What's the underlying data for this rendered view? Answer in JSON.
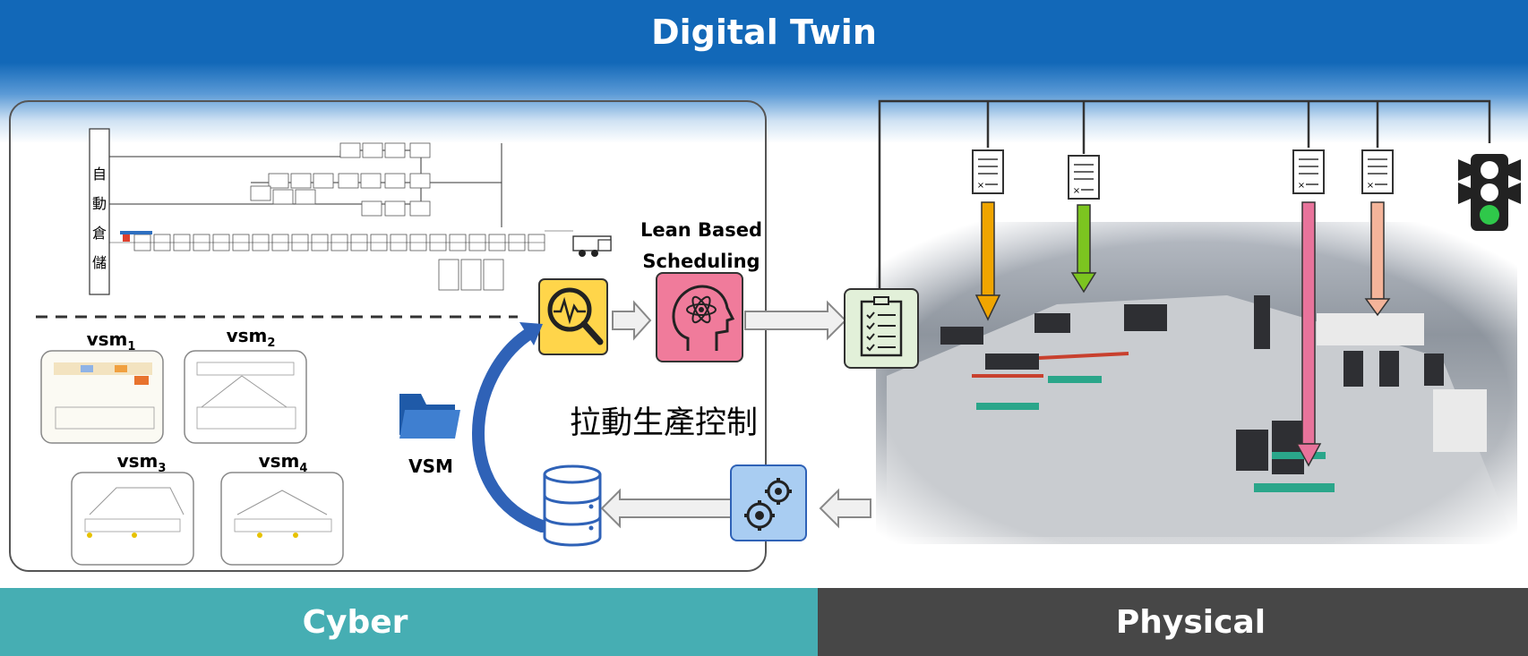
{
  "header": {
    "title": "Digital Twin"
  },
  "left_flow": {
    "vertical_label_chars": [
      "自",
      "動",
      "倉",
      "儲"
    ]
  },
  "vsm_thumbs": [
    {
      "base": "vsm",
      "sub": "1"
    },
    {
      "base": "vsm",
      "sub": "2"
    },
    {
      "base": "vsm",
      "sub": "3"
    },
    {
      "base": "vsm",
      "sub": "4"
    }
  ],
  "center": {
    "lean_line1": "Lean Based",
    "lean_line2": "Scheduling",
    "vsm_folder_label": "VSM",
    "kanban_label": "拉動生產控制"
  },
  "footer": {
    "cyber": "Cyber",
    "physical": "Physical"
  },
  "colors": {
    "header_blue": "#1268b8",
    "cyber_teal": "#46aeb3",
    "physical_gray": "#474747",
    "analytics_yellow": "#ffd54a",
    "brain_pink": "#f07b9b",
    "gears_blue": "#a9cdf2",
    "checklist_green": "#e2f0d9",
    "arrow_orange": "#f0a500",
    "arrow_green": "#7cc520",
    "arrow_pink": "#e8739b",
    "arrow_peach": "#f4b49a"
  },
  "icons": [
    "analytics-search-icon",
    "brain-atom-icon",
    "checklist-icon",
    "gears-icon",
    "database-icon",
    "folder-icon",
    "truck-icon",
    "document-icon",
    "traffic-light-icon"
  ]
}
